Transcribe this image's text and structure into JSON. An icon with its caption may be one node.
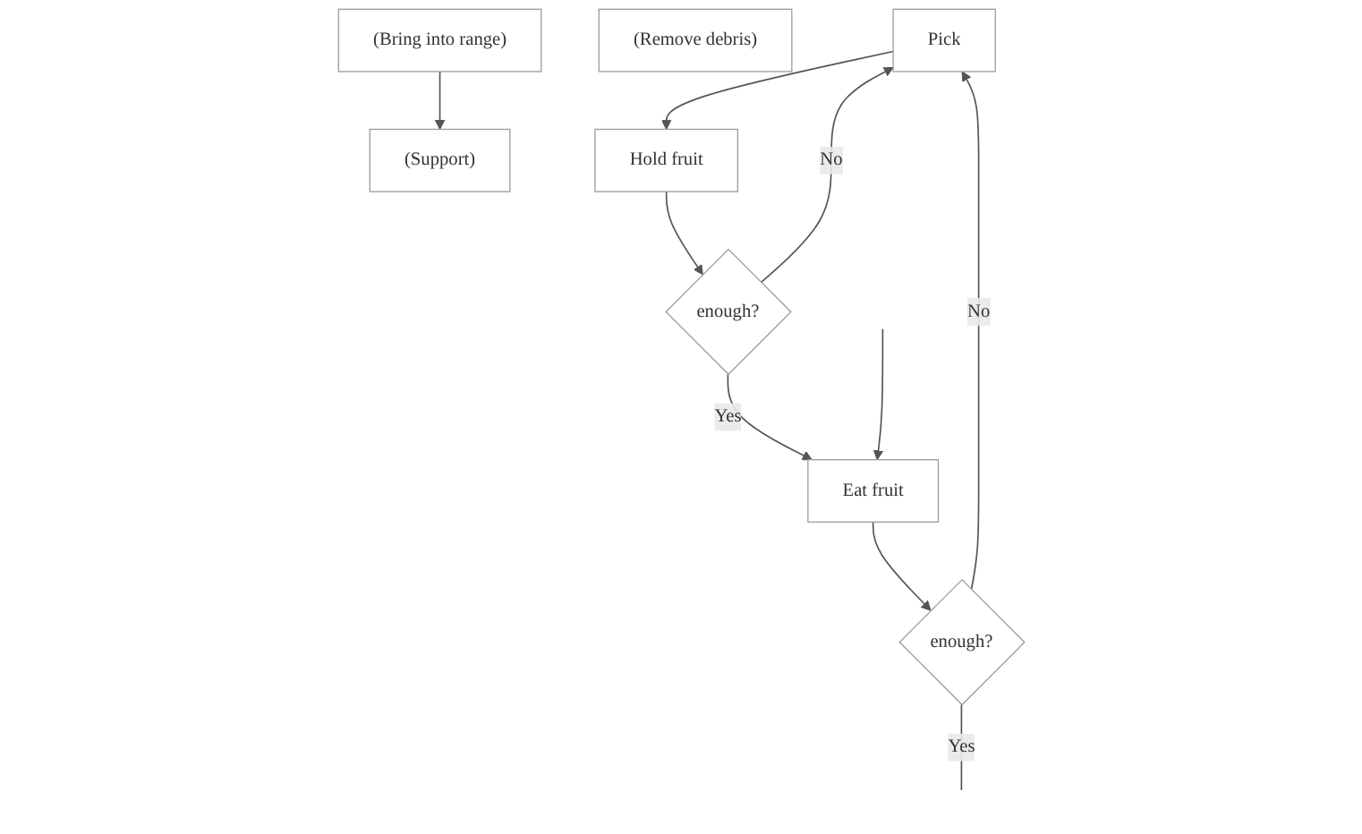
{
  "diagram": {
    "nodes": [
      {
        "text": [
          "(Bring into range)"
        ]
      },
      {
        "text": [
          "(Support)"
        ]
      },
      {
        "text": [
          "(Remove debris)"
        ]
      },
      {
        "text": [
          "Pick"
        ]
      },
      {
        "text": [
          "Hold fruit"
        ]
      },
      {
        "text": [
          "enough?"
        ]
      },
      {
        "text": [
          "Eat fruit"
        ]
      },
      {
        "text": [
          "enough?"
        ]
      }
    ],
    "edges": [
      {
        "from": 0,
        "to": 1,
        "arrow": "to"
      },
      {
        "from": 7,
        "to": 3,
        "label": "No",
        "arrow": "to"
      },
      {
        "from": 3,
        "to": 4,
        "arrow": "to"
      },
      {
        "from": 4,
        "to": 5,
        "arrow": "to"
      },
      {
        "from": 5,
        "to": 3,
        "label": "No",
        "arrow": "to"
      },
      {
        "from": 5,
        "to": 6,
        "label": "Yes",
        "arrow": "to"
      },
      {
        "from": null,
        "to": 6,
        "arrow": "to"
      },
      {
        "from": 6,
        "to": 7,
        "arrow": "to"
      },
      {
        "from": 7,
        "to": null,
        "label": "Yes",
        "arrow": "none"
      }
    ]
  }
}
